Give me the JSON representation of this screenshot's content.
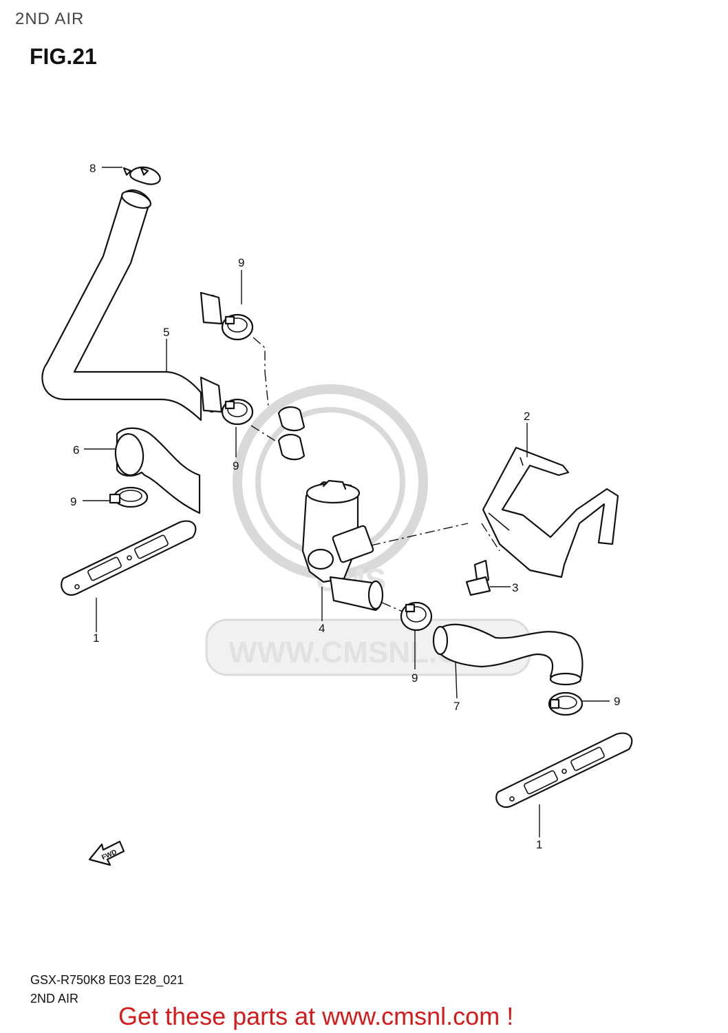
{
  "header": {
    "section_title": "2ND AIR",
    "figure_label": "FIG.21"
  },
  "callouts": {
    "c1a": "1",
    "c1b": "1",
    "c2": "2",
    "c3": "3",
    "c4": "4",
    "c5": "5",
    "c6": "6",
    "c7": "7",
    "c8": "8",
    "c9a": "9",
    "c9b": "9",
    "c9c": "9",
    "c9d": "9",
    "c9e": "9"
  },
  "fwd_arrow": {
    "label": "FWD"
  },
  "watermark": {
    "text": "WWW.CMSNL.COM",
    "logo": "CMS"
  },
  "footer": {
    "model_code": "GSX-R750K8 E03 E28_021",
    "section_name": "2ND AIR",
    "promo": "Get these parts at www.cmsnl.com !"
  }
}
